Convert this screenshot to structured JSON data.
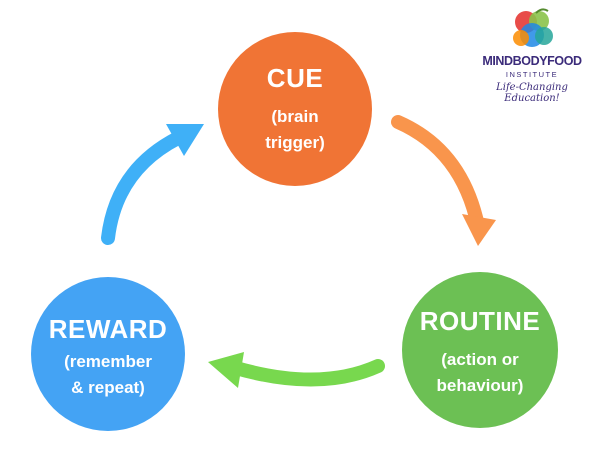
{
  "colors": {
    "cue": "#f07435",
    "routine": "#6cc054",
    "reward": "#44a3f4",
    "arrow_cue_to_routine": "#f9954c",
    "arrow_routine_to_reward": "#78d84e",
    "arrow_reward_to_cue": "#3fb0f7",
    "logo_text": "#3b2b7a"
  },
  "nodes": {
    "cue": {
      "title": "CUE",
      "subtitle": "(brain\ntrigger)"
    },
    "routine": {
      "title": "ROUTINE",
      "subtitle": "(action or\nbehaviour)"
    },
    "reward": {
      "title": "REWARD",
      "subtitle": "(remember\n& repeat)"
    }
  },
  "logo": {
    "name": "MINDBODYFOOD",
    "sub": "INSTITUTE",
    "tagline": "Life-Changing Education!",
    "icon": "overlapping-circles-logo-icon"
  }
}
